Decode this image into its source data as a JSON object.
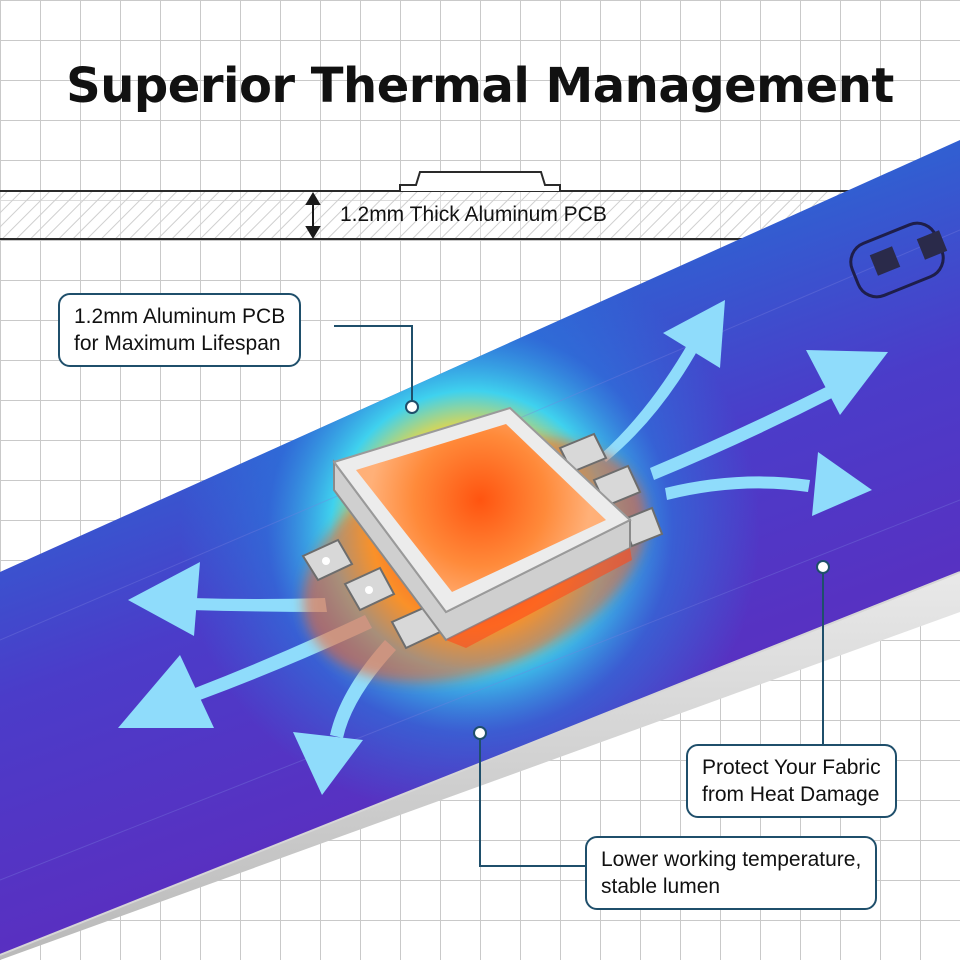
{
  "title": "Superior Thermal Management",
  "thickness_label": "1.2mm Thick Aluminum PCB",
  "callouts": {
    "pcb": {
      "line1": "1.2mm Aluminum PCB",
      "line2": "for Maximum Lifespan"
    },
    "fabric": {
      "line1": "Protect Your Fabric",
      "line2": "from Heat Damage"
    },
    "temperature": {
      "line1": "Lower working temperature,",
      "line2": "stable lumen"
    }
  },
  "colors": {
    "strip_edge": "#2c5fd0",
    "strip_center": "#5133c9",
    "hotspot": "#ff5a1a",
    "arrow": "#8fdcfb",
    "callout_border": "#1f4f6b"
  }
}
